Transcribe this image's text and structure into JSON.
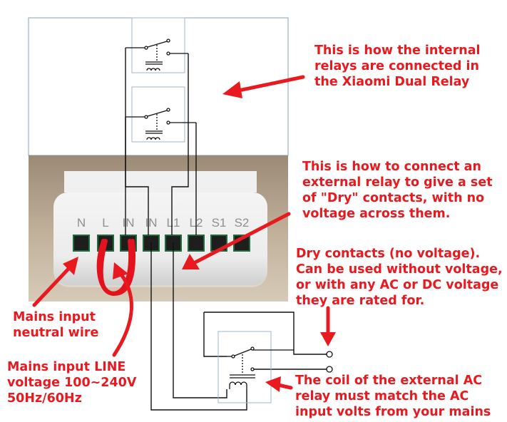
{
  "annotations": {
    "internal_relays": "This is how the internal\nrelays are connected in\nthe Xiaomi Dual Relay",
    "external_relay": "This is how to connect an\nexternal relay to give a set\nof \"Dry\" contacts, with no\nvoltage across them.",
    "dry_contacts": "Dry contacts (no voltage).\nCan be used without voltage,\nor with any AC or DC voltage\nthey are rated for.",
    "mains_neutral": "Mains input\nneutral wire",
    "mains_line": "Mains input LINE\nvoltage 100~240V\n50Hz/60Hz",
    "coil_note": "The coil of the external AC\nrelay must match the AC\ninput volts from your mains"
  },
  "terminals": [
    "N",
    "L",
    "IN",
    "IN",
    "L1",
    "L2",
    "S1",
    "S2"
  ],
  "colors": {
    "annotation": "#e8191f",
    "wire": "#111111",
    "device_body": "#eeeeee",
    "red_jumper": "#e3121c",
    "terminal_green": "#1f6b3c",
    "background_photo": "#b9a790"
  },
  "icons": [
    "relay-switch-icon",
    "relay-coil-icon",
    "annotation-arrow-icon",
    "contact-terminal-icon"
  ]
}
